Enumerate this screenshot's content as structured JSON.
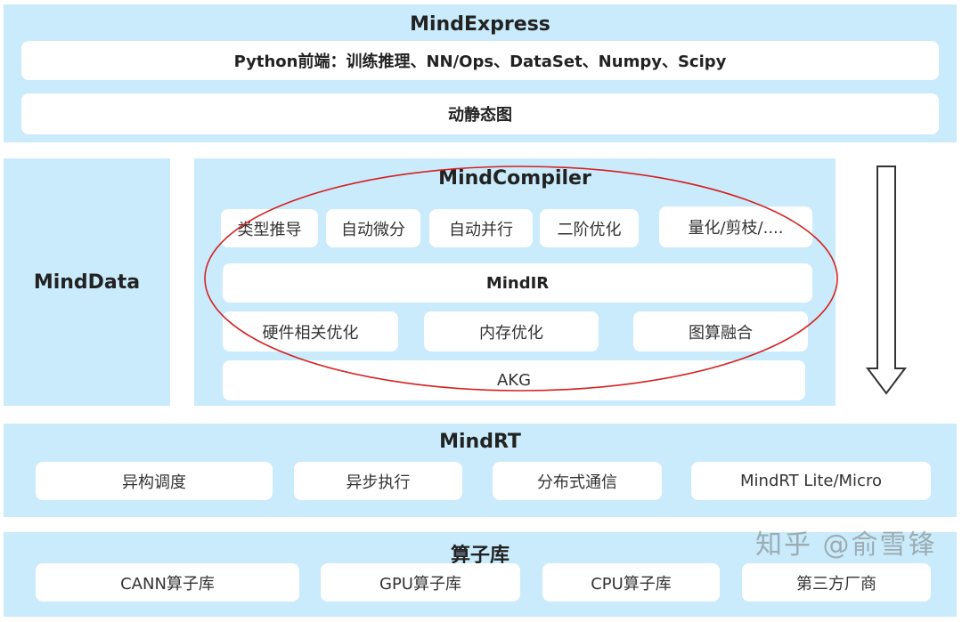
{
  "mindexpress": {
    "title": "MindExpress",
    "row1": "Python前端：训练推理、NN/Ops、DataSet、Numpy、Scipy",
    "row2": "动静态图"
  },
  "minddata": {
    "title": "MindData"
  },
  "mindcompiler": {
    "title": "MindCompiler",
    "row1": [
      "类型推导",
      "自动微分",
      "自动并行",
      "二阶优化",
      "量化/剪枝/...."
    ],
    "mindir": "MindIR",
    "row3": [
      "硬件相关优化",
      "内存优化",
      "图算融合"
    ],
    "akg": "AKG"
  },
  "mindrt": {
    "title": "MindRT",
    "items": [
      "异构调度",
      "异步执行",
      "分布式通信",
      "MindRT Lite/Micro"
    ]
  },
  "operators": {
    "title": "算子库",
    "items": [
      "CANN算子库",
      "GPU算子库",
      "CPU算子库",
      "第三方厂商"
    ]
  },
  "watermark": "知乎 @俞雪锋",
  "colors": {
    "panel": "#c9ebfb",
    "ellipse": "#d62020"
  }
}
